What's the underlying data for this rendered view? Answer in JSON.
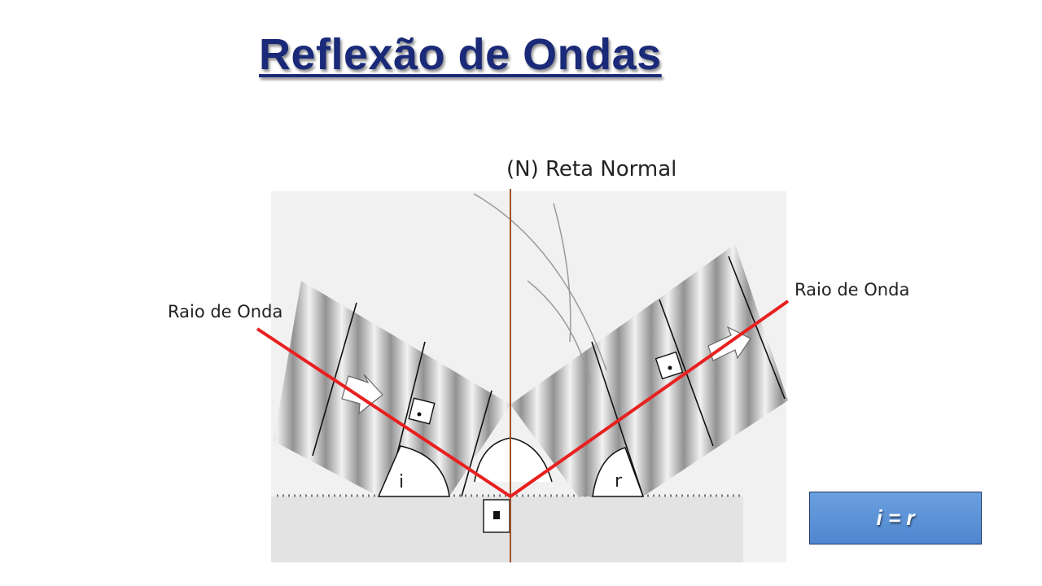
{
  "slide": {
    "title": "Reflexão de Ondas"
  },
  "diagram": {
    "normal_label": "(N) Reta Normal",
    "incident_ray_label": "Raio de Onda",
    "reflected_ray_label": "Raio de Onda",
    "incident_angle_label": "i",
    "reflected_angle_label": "r"
  },
  "equation": {
    "text": "i = r"
  },
  "colors": {
    "title": "#1a2a78",
    "ray": "#e8201f",
    "normal_line": "#a0522d",
    "equation_box": "#5b91d6"
  }
}
